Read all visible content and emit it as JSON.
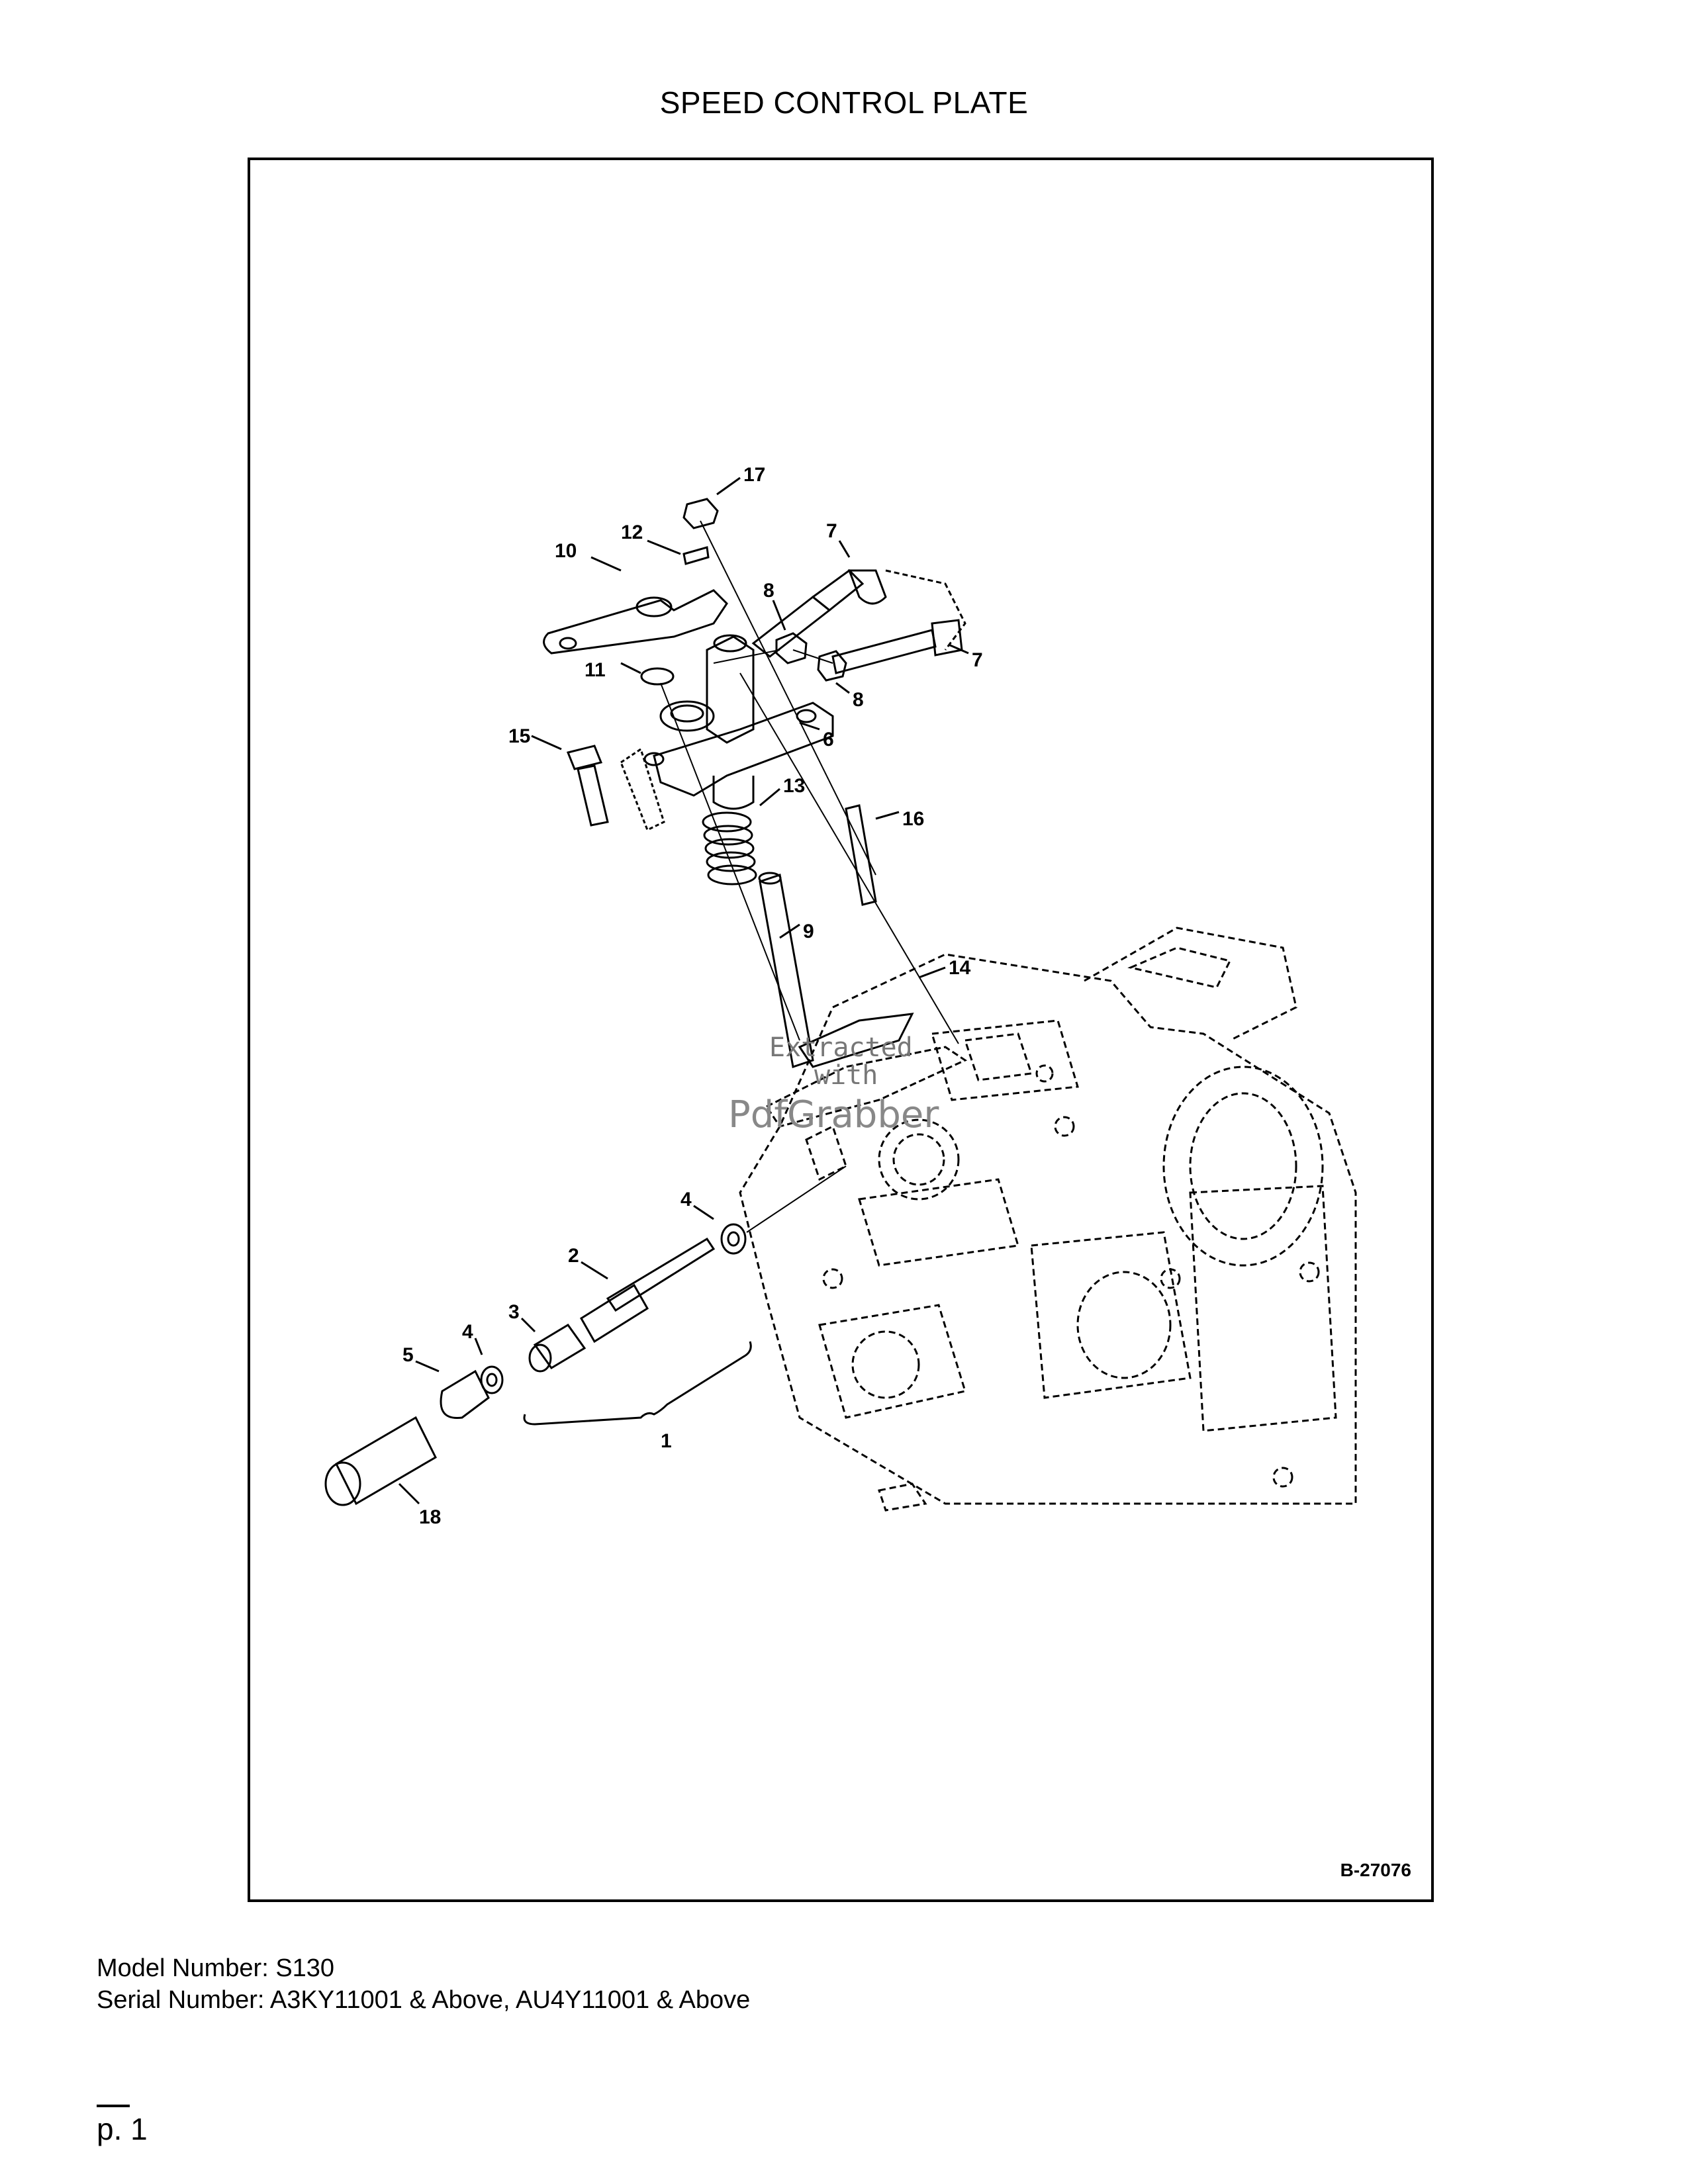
{
  "title": "SPEED CONTROL PLATE",
  "figure_ref": "B-27076",
  "watermark": {
    "line1": "Extracted",
    "line2": "with",
    "line3": "PdfGrabber"
  },
  "footer": {
    "model": "Model Number: S130",
    "serial": "Serial Number: A3KY11001 & Above, AU4Y11001 & Above",
    "page": "p. 1"
  },
  "callouts": [
    "17",
    "12",
    "10",
    "7",
    "8",
    "8",
    "7",
    "11",
    "6",
    "15",
    "13",
    "16",
    "9",
    "14",
    "4",
    "2",
    "3",
    "4",
    "5",
    "1",
    "18"
  ]
}
